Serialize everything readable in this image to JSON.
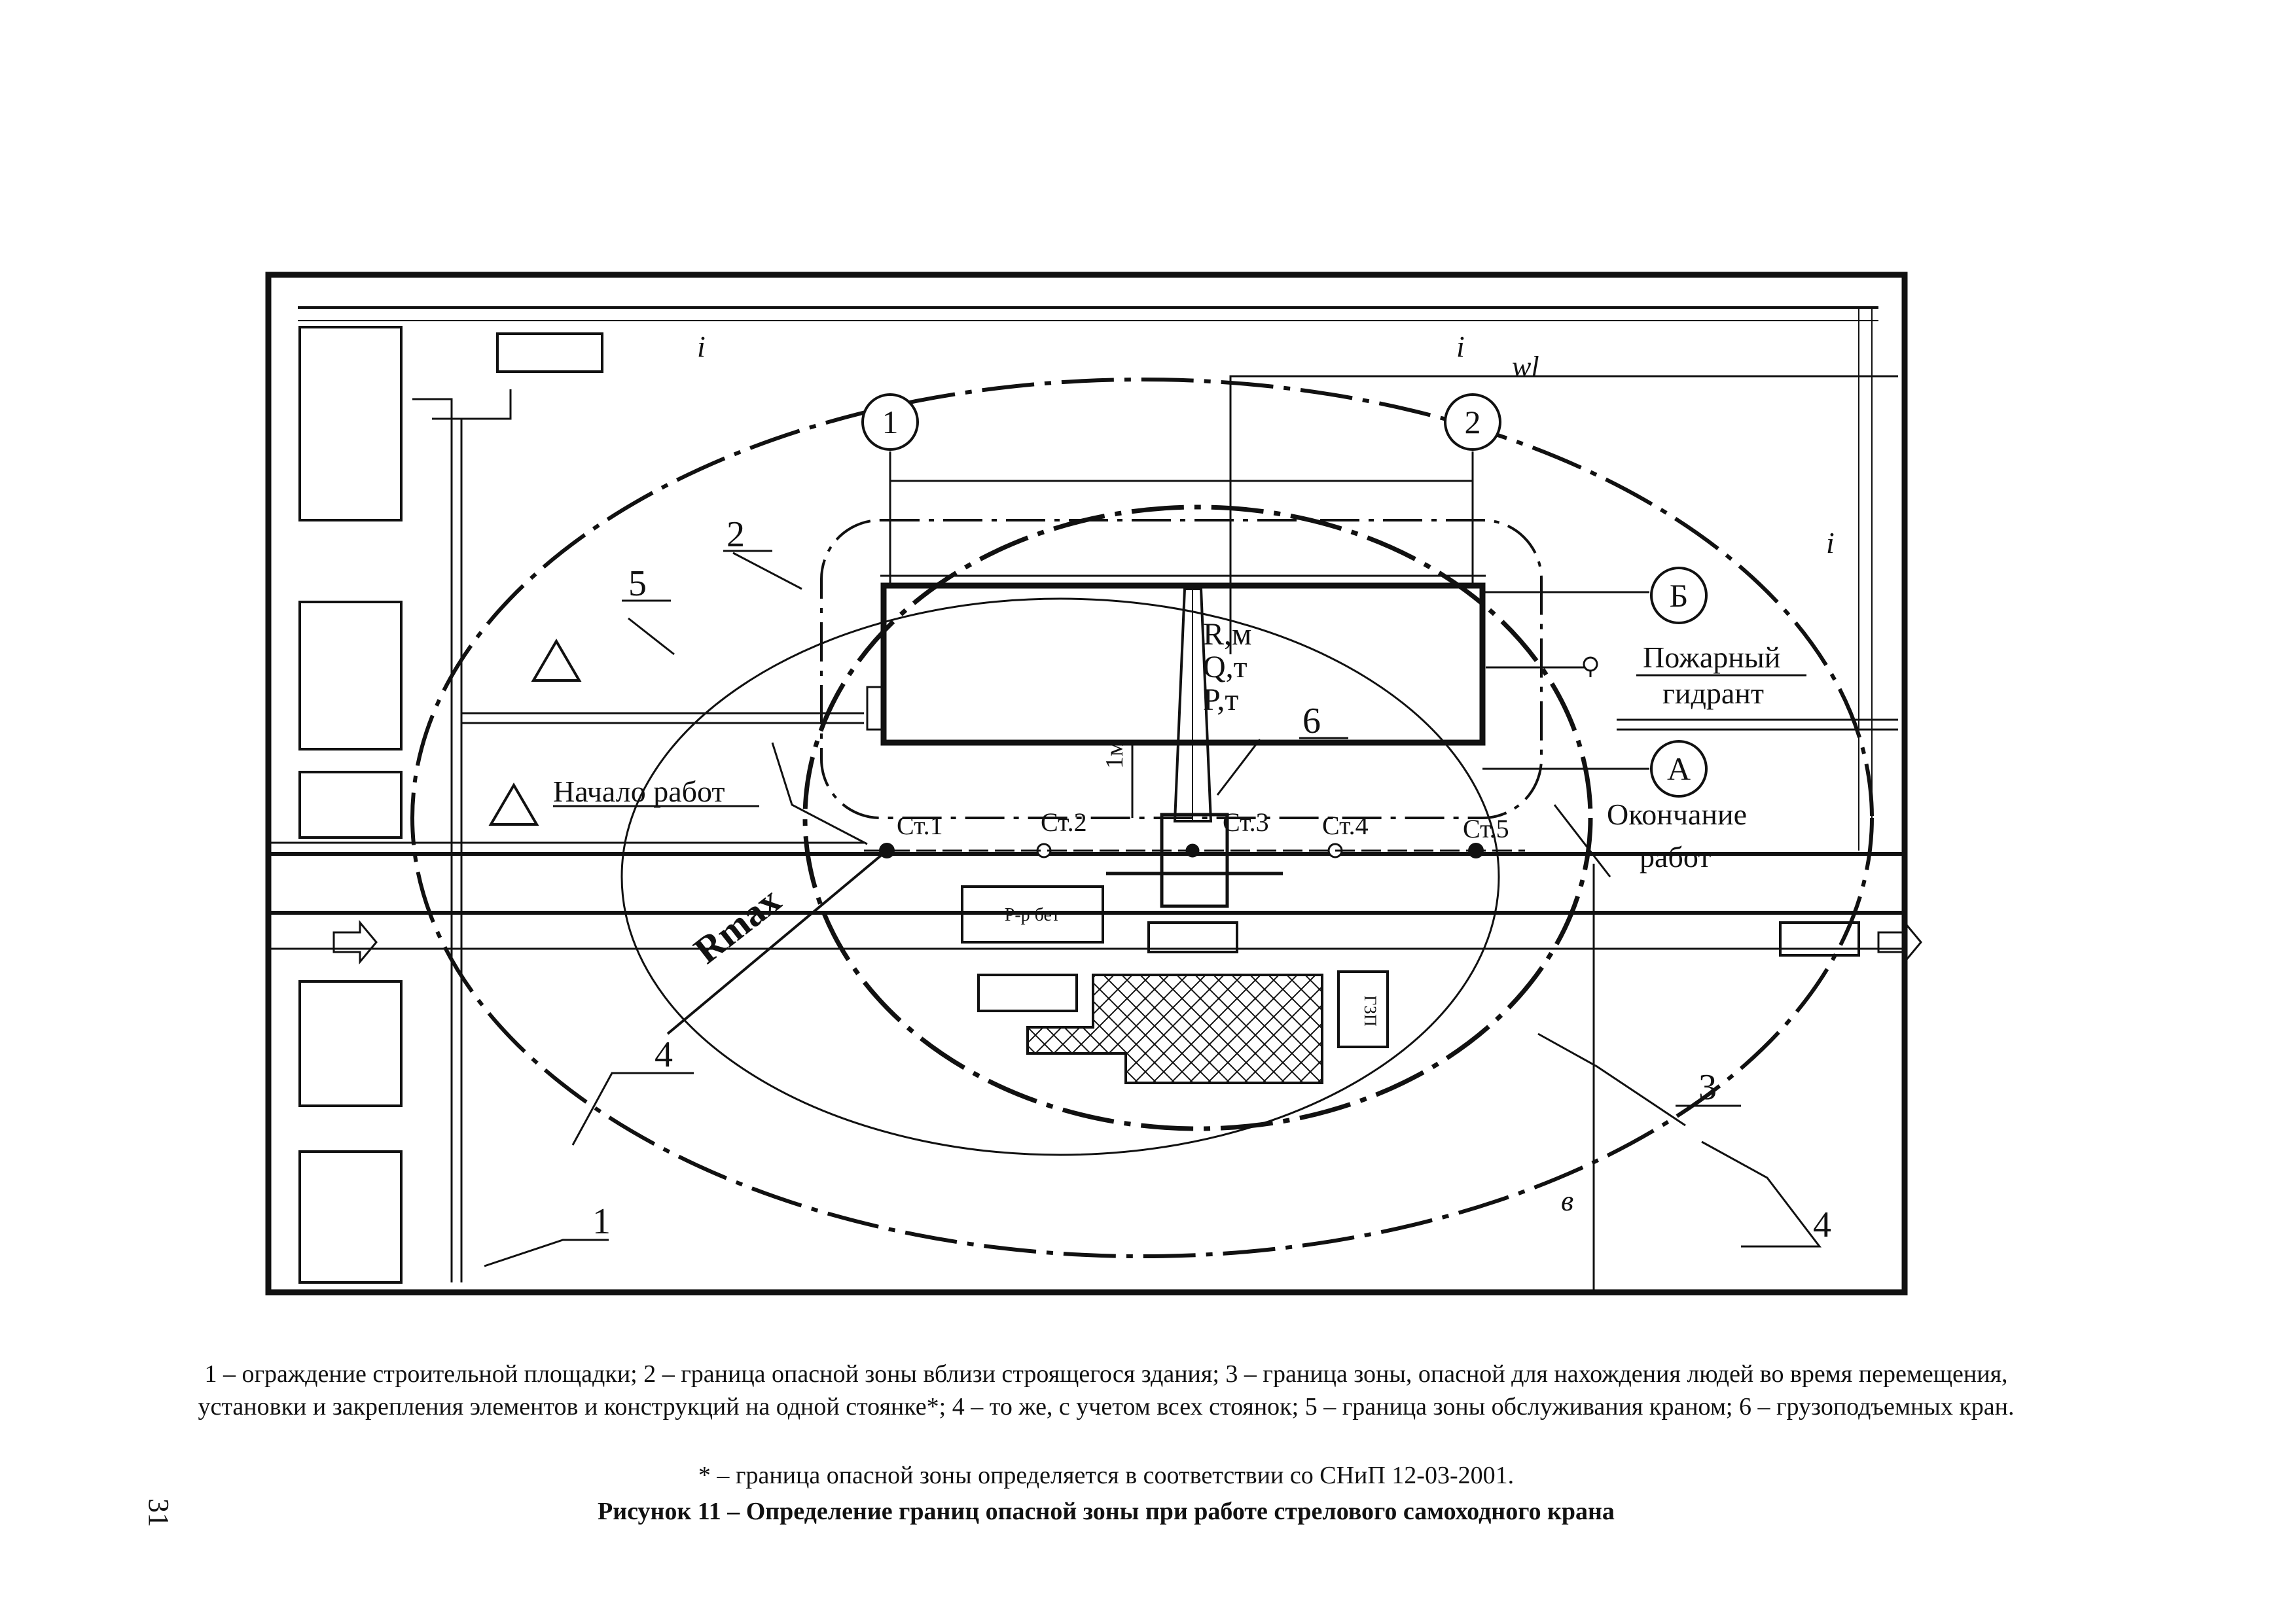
{
  "diagram": {
    "axis_marks": [
      "1",
      "2",
      "А",
      "Б"
    ],
    "labels": {
      "r": "R,м",
      "q": "Q,т",
      "p": "P,т",
      "gap": "1м",
      "rmax": "Rmax",
      "mortar": "Р-р бет",
      "gzp": "ГЗП",
      "slope1": "i",
      "slope2": "i",
      "slope3": "i",
      "wl": "wl",
      "v": "в",
      "start": "Начало работ",
      "end_line1": "Окончание",
      "end_line2": "работ",
      "hydrant_line1": "Пожарный",
      "hydrant_line2": "гидрант"
    },
    "stations": [
      "Ст.1",
      "Ст.2",
      "Ст.3",
      "Ст.4",
      "Ст.5"
    ],
    "callouts": [
      "1",
      "2",
      "3",
      "4",
      "4",
      "5",
      "6"
    ]
  },
  "caption": {
    "legend": "1 – ограждение строительной площадки; 2 – граница опасной зоны вблизи строящегося здания; 3 – граница зоны, опасной для нахождения людей во время перемещения, установки и закрепления элементов и конструкций на одной стоянке*; 4 – то же, с учетом всех стоянок; 5 – граница зоны обслуживания краном; 6 – грузоподъемных кран.",
    "note": "* – граница опасной  зоны определяется в соответствии со  СНиП 12-03-2001.",
    "title": "Рисунок 11 – Определение границ опасной зоны при работе стрелового самоходного крана"
  },
  "page_number": "31"
}
